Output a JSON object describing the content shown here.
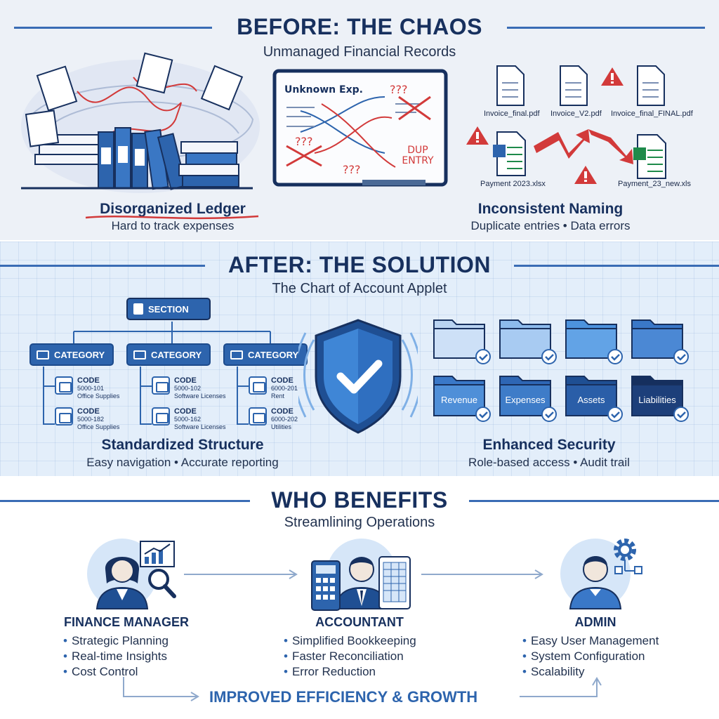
{
  "before": {
    "title": "BEFORE: THE CHAOS",
    "subtitle": "Unmanaged Financial Records",
    "whiteboard": {
      "label": "Unknown Exp.",
      "marks": [
        "???",
        "???",
        "???"
      ],
      "dup": "DUP ENTRY"
    },
    "files": [
      "Invoice_final.pdf",
      "Invoice_V2.pdf",
      "Invoice_final_FINAL.pdf",
      "Payment 2023.xlsx",
      "Payment_23_new.xls"
    ],
    "captions": [
      {
        "title": "Disorganized Ledger",
        "subtitle": "Hard to track expenses"
      },
      {
        "title": "Inconsistent Naming",
        "subtitle": "Duplicate entries • Data errors"
      }
    ]
  },
  "after": {
    "title": "AFTER: THE SOLUTION",
    "subtitle": "The Chart of Account Applet",
    "tree": {
      "section": "SECTION",
      "categories": [
        {
          "label": "CATEGORY",
          "codes": [
            {
              "code": "CODE",
              "number": "5000-101",
              "name": "Office Supplies"
            },
            {
              "code": "CODE",
              "number": "5000-182",
              "name": "Office Supplies"
            }
          ]
        },
        {
          "label": "CATEGORY",
          "codes": [
            {
              "code": "CODE",
              "number": "5000-102",
              "name": "Software Licenses"
            },
            {
              "code": "CODE",
              "number": "5000-162",
              "name": "Software Licenses"
            }
          ]
        },
        {
          "label": "CATEGORY",
          "codes": [
            {
              "code": "CODE",
              "number": "6000-201",
              "name": "Rent"
            },
            {
              "code": "CODE",
              "number": "6000-202",
              "name": "Utilities"
            }
          ]
        }
      ]
    },
    "folders": [
      "Revenue",
      "Expenses",
      "Assets",
      "Liabilities"
    ],
    "captions": [
      {
        "title": "Standardized Structure",
        "subtitle": "Easy navigation • Accurate reporting"
      },
      {
        "title": "Enhanced Security",
        "subtitle": "Role-based access • Audit trail"
      }
    ]
  },
  "benefits": {
    "title": "WHO BENEFITS",
    "subtitle": "Streamlining Operations",
    "roles": [
      {
        "name": "FINANCE MANAGER",
        "bullets": [
          "Strategic Planning",
          "Real-time Insights",
          "Cost Control"
        ]
      },
      {
        "name": "ACCOUNTANT",
        "bullets": [
          "Simplified Bookkeeping",
          "Faster Reconciliation",
          "Error Reduction"
        ]
      },
      {
        "name": "ADMIN",
        "bullets": [
          "Easy User Management",
          "System Configuration",
          "Scalability"
        ]
      }
    ],
    "footer": "IMPROVED EFFICIENCY & GROWTH"
  },
  "colors": {
    "navy": "#17305e",
    "blue": "#2d64ad",
    "red": "#d23a3a",
    "green": "#1e8a4a"
  }
}
